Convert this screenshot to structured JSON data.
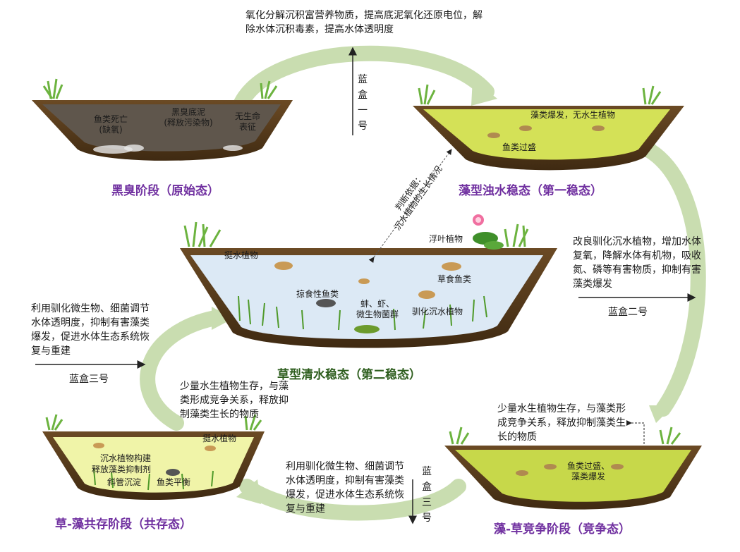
{
  "stages": {
    "black_odor": {
      "title": "黑臭阶段（原始态）",
      "labels": {
        "fish_death": "鱼类死亡",
        "fish_death_note": "(缺氧)",
        "sediment": "黑臭底泥",
        "sediment_note": "(释放污染物)",
        "no_life": "无生命",
        "no_life_note": "表征"
      }
    },
    "algae_turbid": {
      "title": "藻型浊水稳态（第一稳态）",
      "labels": {
        "bloom": "藻类爆发，无水生植物",
        "fish_excess": "鱼类过盛"
      }
    },
    "grass_clear": {
      "title": "草型清水稳态（第二稳态）",
      "labels": {
        "emergent": "挺水植物",
        "floating": "浮叶植物",
        "predator_fish": "掠食性鱼类",
        "herbivore_fish": "草食鱼类",
        "mussel_line1": "蚌、虾、",
        "mussel_line2": "微生物菌群",
        "submerged": "驯化沉水植物"
      }
    },
    "algae_grass_compete": {
      "title": "藻-草竞争阶段（竞争态）",
      "labels": {
        "fish_line1": "鱼类过盛、",
        "fish_line2": "藻类爆发"
      }
    },
    "grass_algae_coexist": {
      "title": "草-藻共存阶段（共存态）",
      "labels": {
        "build": "沉水植物构建",
        "release": "释放藻类抑制剂",
        "sediment": "斜管沉淀",
        "balance": "鱼类平衡",
        "emergent": "挺水植物"
      }
    }
  },
  "annotations": {
    "box1_text": "氧化分解沉积富营养物质，提高底泥氧化还原电位，解除水体沉积毒素，提高水体透明度",
    "box1_label": "蓝盒一号",
    "judge_line1": "判断依据：",
    "judge_line2": "沉水植物的生长情况",
    "box2_text": "改良驯化沉水植物，增加水体复氧，降解水体有机物，吸收氮、磷等有害物质，抑制有害藻类爆发",
    "box2_label": "蓝盒二号",
    "box3_left_text": "利用驯化微生物、细菌调节水体透明度，抑制有害藻类爆发，促进水体生态系统恢复与重建",
    "box3_left_label": "蓝盒三号",
    "coexist_note": "少量水生植物生存，与藻类形成竞争关系，释放抑制藻类生长的物质",
    "compete_note": "少量水生植物生存，与藻类形成竞争关系，释放抑制藻类生长的物质",
    "box3_bottom_text": "利用驯化微生物、细菌调节水体透明度，抑制有害藻类爆发，促进水体生态系统恢复与重建",
    "box3_bottom_label": "蓝盒三号"
  },
  "colors": {
    "stage_title": "#7030a0",
    "center_title": "#2e5e1e",
    "soil": "#5a3a1a",
    "dark_water": "#5f564c",
    "algae_water": "#d4e157",
    "clear_water": "#dce9f5",
    "coexist_water": "#f0f4a8",
    "arrow": "#c9ddb0"
  }
}
